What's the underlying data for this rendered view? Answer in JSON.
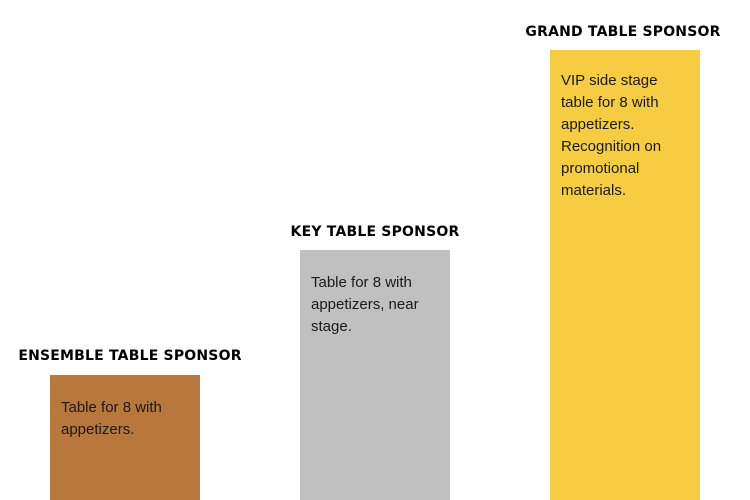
{
  "tiers": [
    {
      "title": "ENSEMBLE TABLE SPONSOR",
      "description": "Table for 8 with appetizers.",
      "color": "#b8783d"
    },
    {
      "title": "KEY TABLE SPONSOR",
      "description": "Table for 8 with appetizers, near stage.",
      "color": "#c0c0c0"
    },
    {
      "title": "GRAND TABLE SPONSOR",
      "description": "VIP side stage table for 8 with appetizers. Recognition on promotional materials.",
      "color": "#f6cd42"
    }
  ]
}
